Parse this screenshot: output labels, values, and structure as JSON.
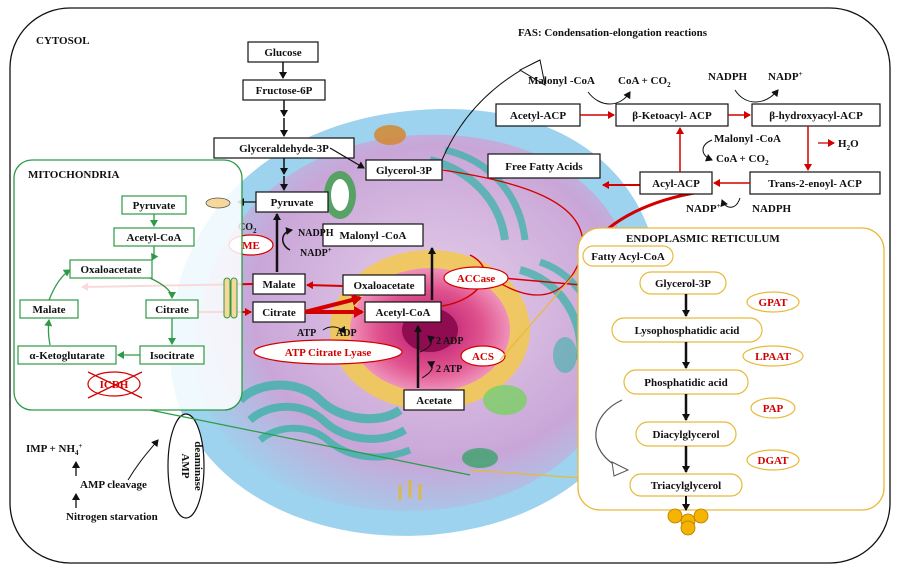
{
  "regions": {
    "cytosol": "CYTOSOL",
    "fas": "FAS: Condensation-elongation reactions",
    "mito": "MITOCHONDRIA",
    "er": "ENDOPLASMIC RETICULUM"
  },
  "cytosol": {
    "glucose": "Glucose",
    "f6p": "Fructose-6P",
    "g3p_ald": "Glyceraldehyde-3P",
    "pyruvate": "Pyruvate",
    "glycerol3p": "Glycerol-3P",
    "ffa": "Free Fatty Acids",
    "malonyl": "Malonyl -CoA",
    "malate": "Malate",
    "oaa": "Oxaloacetate",
    "citrate": "Citrate",
    "acetylcoa": "Acetyl-CoA",
    "acetate": "Acetate",
    "co2": "CO",
    "two": "2",
    "nadph": "NADPH",
    "nadp": "NADP",
    "plus": "+",
    "atp": "ATP",
    "adp": "ADP",
    "two_adp": "2 ADP",
    "two_atp": "2 ATP"
  },
  "enzymes": {
    "me": "ME",
    "accase": "ACCase",
    "acl": "ATP Citrate Lyase",
    "acs": "ACS",
    "icdh": "ICDH",
    "gpat": "GPAT",
    "lpaat": "LPAAT",
    "pap": "PAP",
    "dgat": "DGAT"
  },
  "fas_box": {
    "malonyl": "Malonyl -CoA",
    "coa_co2": "CoA + CO",
    "nadph": "NADPH",
    "nadp": "NADP",
    "acetyl_acp": "Acetyl-ACP",
    "ketoacyl": "β-Ketoacyl- ACP",
    "hydroxyacyl": "β-hydroxyacyl-ACP",
    "malonyl2": "Malonyl -CoA",
    "coa_co2_2": "CoA + CO",
    "h2o": "H",
    "h2o_o": "O",
    "acyl_acp": "Acyl-ACP",
    "trans": "Trans-2-enoyl- ACP",
    "nadp2": "NADP",
    "nadph2": "NADPH"
  },
  "mito": {
    "pyruvate": "Pyruvate",
    "acetylcoa": "Acetyl-CoA",
    "oaa": "Oxaloacetate",
    "malate": "Malate",
    "citrate": "Citrate",
    "akg": "α-Ketoglutarate",
    "isocitrate": "Isocitrate"
  },
  "er": {
    "fatty_acyl": "Fatty Acyl-CoA",
    "glycerol3p": "Glycerol-3P",
    "lpa": "Lysophosphatidic acid",
    "pa": "Phosphatidic acid",
    "dag": "Diacylglycerol",
    "tag": "Triacylglycerol"
  },
  "amp": {
    "imp": "IMP  +  NH",
    "plus_sup": "+",
    "sub4": "4",
    "cleavage": "AMP cleavage",
    "starvation": "Nitrogen starvation",
    "deaminase_1": "AMP",
    "deaminase_2": "deaminase"
  },
  "colors": {
    "mito_green": "#2e9a46",
    "er_gold": "#e8b93a",
    "enzyme_red": "#d40000",
    "cell_purple": "#c9a6d8",
    "cell_blue": "#7cc4e8"
  }
}
